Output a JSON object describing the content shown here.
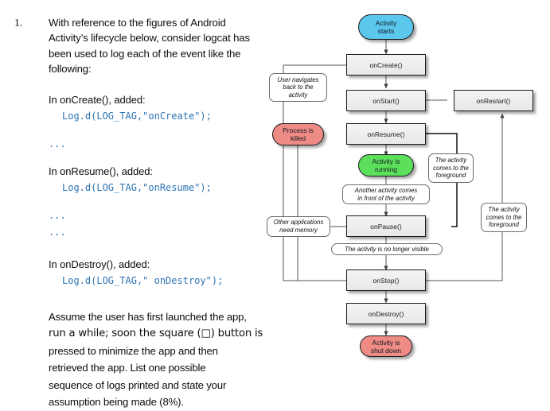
{
  "question": {
    "number": "1.",
    "intro": "With reference to the figures of Android Activity’s lifecycle below, consider logcat has been used to log each of the event like the following:",
    "blocks": [
      {
        "label": "In onCreate(), added:",
        "code": "Log.d(LOG_TAG,\"onCreate\");"
      },
      {
        "label": "In onResume(), added:",
        "code": "Log.d(LOG_TAG,\"onResume\");"
      },
      {
        "label": "In onDestroy(), added:",
        "code": "Log.d(LOG_TAG,\" onDestroy\");"
      }
    ],
    "ellipsis": "...",
    "final_lines": [
      "Assume the user has first launched the app,",
      "run a while; soon the square (□) button is",
      "pressed to minimize the app and then",
      "retrieved the app. List one possible",
      "sequence of logs printed and state your",
      "assumption being made (8%)."
    ]
  },
  "diagram": {
    "title": "android-activity-lifecycle",
    "colors": {
      "start_fill": "#5BC7ED",
      "running_fill": "#5CE05C",
      "terminal_fill": "#EE8B85",
      "box_fill": "#ededed",
      "stroke": "#1a1a1a",
      "note_stroke": "#6b6b6b",
      "edge": "#4a4a4a",
      "edge_bold": "#111111"
    },
    "nodes": [
      {
        "id": "activity-starts",
        "kind": "oval",
        "label_line1": "Activity",
        "label_line2": "starts",
        "fill": "#5BC7ED"
      },
      {
        "id": "oncreate",
        "kind": "box",
        "label": "onCreate()"
      },
      {
        "id": "onstart",
        "kind": "box",
        "label": "onStart()"
      },
      {
        "id": "onresume",
        "kind": "box",
        "label": "onResume()"
      },
      {
        "id": "onrestart",
        "kind": "box",
        "label": "onRestart()"
      },
      {
        "id": "activity-running",
        "kind": "oval",
        "label_line1": "Activity is",
        "label_line2": "running",
        "fill": "#5CE05C"
      },
      {
        "id": "process-killed",
        "kind": "oval",
        "label_line1": "Process is",
        "label_line2": "killed",
        "fill": "#EE8B85"
      },
      {
        "id": "onpause",
        "kind": "box",
        "label": "onPause()"
      },
      {
        "id": "onstop",
        "kind": "box",
        "label": "onStop()"
      },
      {
        "id": "ondestroy",
        "kind": "box",
        "label": "onDestroy()"
      },
      {
        "id": "activity-shutdown",
        "kind": "oval",
        "label_line1": "Activity is",
        "label_line2": "shut down",
        "fill": "#EE8B85"
      }
    ],
    "notes": [
      {
        "id": "note-user-navigates-back",
        "line1": "User navigates",
        "line2": "back to the",
        "line3": "activity"
      },
      {
        "id": "note-another-activity",
        "line1": "Another activity comes",
        "line2": "in front of the activity"
      },
      {
        "id": "note-foreground-upper",
        "line1": "The activity",
        "line2": "comes to the",
        "line3": "foreground"
      },
      {
        "id": "note-foreground-lower",
        "line1": "The activity",
        "line2": "comes to the",
        "line3": "foreground"
      },
      {
        "id": "note-other-apps-memory",
        "line1": "Other applications",
        "line2": "need memory"
      },
      {
        "id": "note-no-longer-visible",
        "line1": "The activity is no longer visible"
      }
    ]
  }
}
